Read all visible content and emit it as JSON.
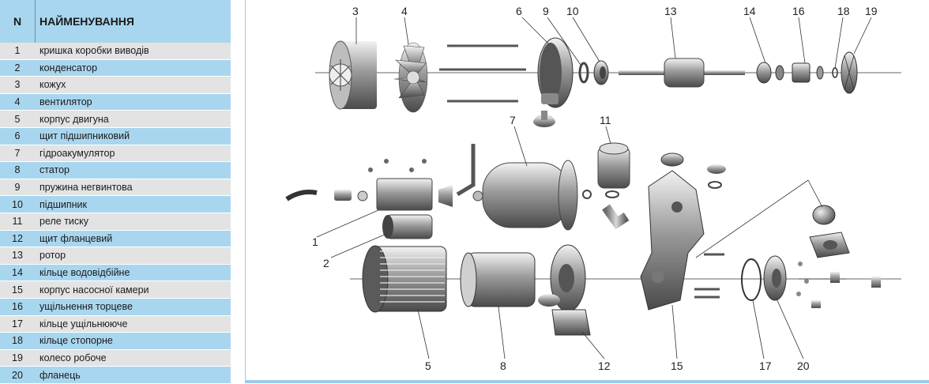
{
  "table": {
    "header_n": "N",
    "header_name": "НАЙМЕНУВАННЯ",
    "rows": [
      {
        "n": "1",
        "name": "кришка коробки виводів"
      },
      {
        "n": "2",
        "name": "конденсатор"
      },
      {
        "n": "3",
        "name": "кожух"
      },
      {
        "n": "4",
        "name": "вентилятор"
      },
      {
        "n": "5",
        "name": "корпус двигуна"
      },
      {
        "n": "6",
        "name": "щит підшипниковий"
      },
      {
        "n": "7",
        "name": "гідроакумулятор"
      },
      {
        "n": "8",
        "name": "статор"
      },
      {
        "n": "9",
        "name": "пружина негвинтова"
      },
      {
        "n": "10",
        "name": "підшипник"
      },
      {
        "n": "11",
        "name": "реле тиску"
      },
      {
        "n": "12",
        "name": "щит фланцевий"
      },
      {
        "n": "13",
        "name": "ротор"
      },
      {
        "n": "14",
        "name": "кільце водовідбійне"
      },
      {
        "n": "15",
        "name": "корпус насосної камери"
      },
      {
        "n": "16",
        "name": "ущільнення торцеве"
      },
      {
        "n": "17",
        "name": "кільце ущільнююче"
      },
      {
        "n": "18",
        "name": "кільце стопорне"
      },
      {
        "n": "19",
        "name": "колесо робоче"
      },
      {
        "n": "20",
        "name": "фланець"
      }
    ]
  },
  "diagram": {
    "callouts": [
      "1",
      "2",
      "3",
      "4",
      "5",
      "6",
      "7",
      "8",
      "9",
      "10",
      "11",
      "12",
      "13",
      "14",
      "15",
      "16",
      "17",
      "18",
      "19",
      "20"
    ]
  }
}
